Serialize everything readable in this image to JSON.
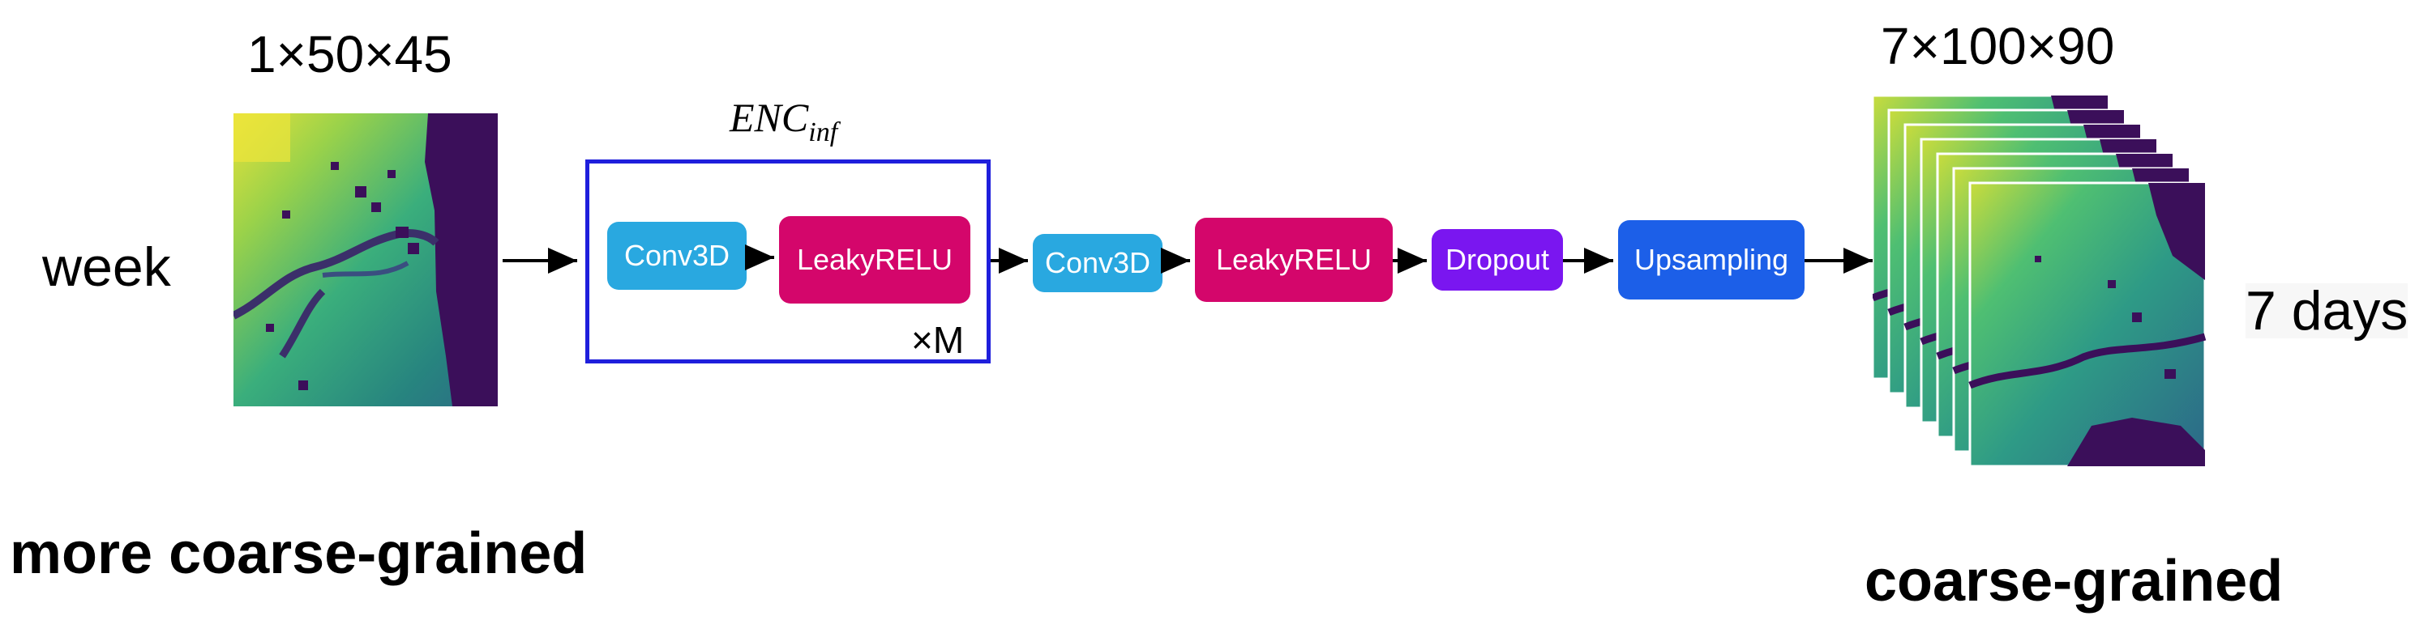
{
  "input": {
    "dims": "1×50×45",
    "side_label": "week",
    "caption": "more coarse-grained"
  },
  "encoder": {
    "title_main": "ENC",
    "title_sub": "inf",
    "repeat_label": "×M",
    "blocks": [
      {
        "label": "Conv3D",
        "color": "#29a8e0"
      },
      {
        "label": "LeakyRELU",
        "color": "#d4066b"
      }
    ]
  },
  "pipeline": {
    "blocks": [
      {
        "label": "Conv3D",
        "color": "#29a8e0"
      },
      {
        "label": "LeakyRELU",
        "color": "#d4066b"
      },
      {
        "label": "Dropout",
        "color": "#7a16f0"
      },
      {
        "label": "Upsampling",
        "color": "#1c5fe8"
      }
    ]
  },
  "output": {
    "dims": "7×100×90",
    "side_label": "7 days",
    "caption": "coarse-grained"
  },
  "colors": {
    "map_dark": "#3b0f5a",
    "map_teal": "#2f8c8a",
    "map_green": "#3fb07a",
    "map_yellow": "#f0e030"
  }
}
